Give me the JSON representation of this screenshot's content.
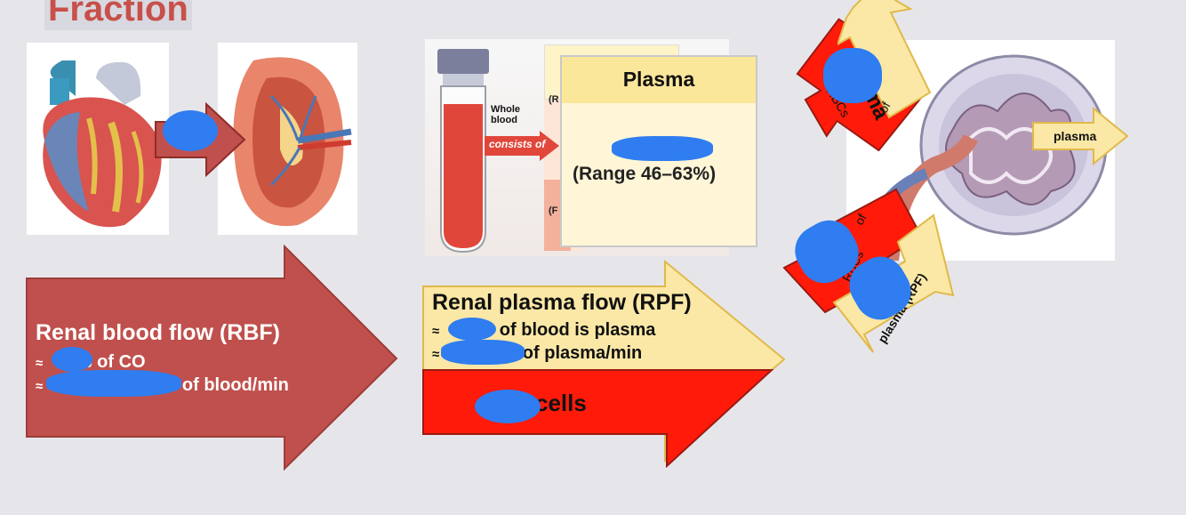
{
  "slide": {
    "title": "Fraction"
  },
  "rbf": {
    "title": "Renal blood flow (RBF)",
    "line1_prefix": "≈",
    "line1_suffix": "% of CO",
    "line2_prefix": "≈",
    "line2_suffix": ". of blood/min"
  },
  "rpf": {
    "title": "Renal plasma flow (RPF)",
    "line1_prefix": "≈",
    "line1_suffix": "of blood is plasma",
    "line2_prefix": "≈",
    "line2_suffix": "of plasma/min",
    "cells_label": "cells"
  },
  "blood_tube": {
    "whole_blood_label": "Whole blood",
    "consists_of_label": "consists of",
    "hidden_label_1": "(R",
    "hidden_label_2": "(F"
  },
  "plasma_card": {
    "heading": "Plasma",
    "range": "(Range 46–63%)"
  },
  "kidney_diagram": {
    "arrow_top_plasma": "plasma",
    "arrow_top_rbcs": "RBCs",
    "arrow_top_of": "of",
    "arrow_right_plasma": "plasma",
    "arrow_bottom_rbcs": "RBCs",
    "arrow_bottom_of": "of",
    "arrow_bottom_plasma_rpf": "plasma (RPF)"
  },
  "colors": {
    "background": "#e6e6ea",
    "rbf_arrow": "#c0504d",
    "rpf_arrow": "#fbe8a6",
    "red_arrow": "#ff1a0a",
    "redaction": "#2f7df0",
    "title": "#c8504a"
  }
}
